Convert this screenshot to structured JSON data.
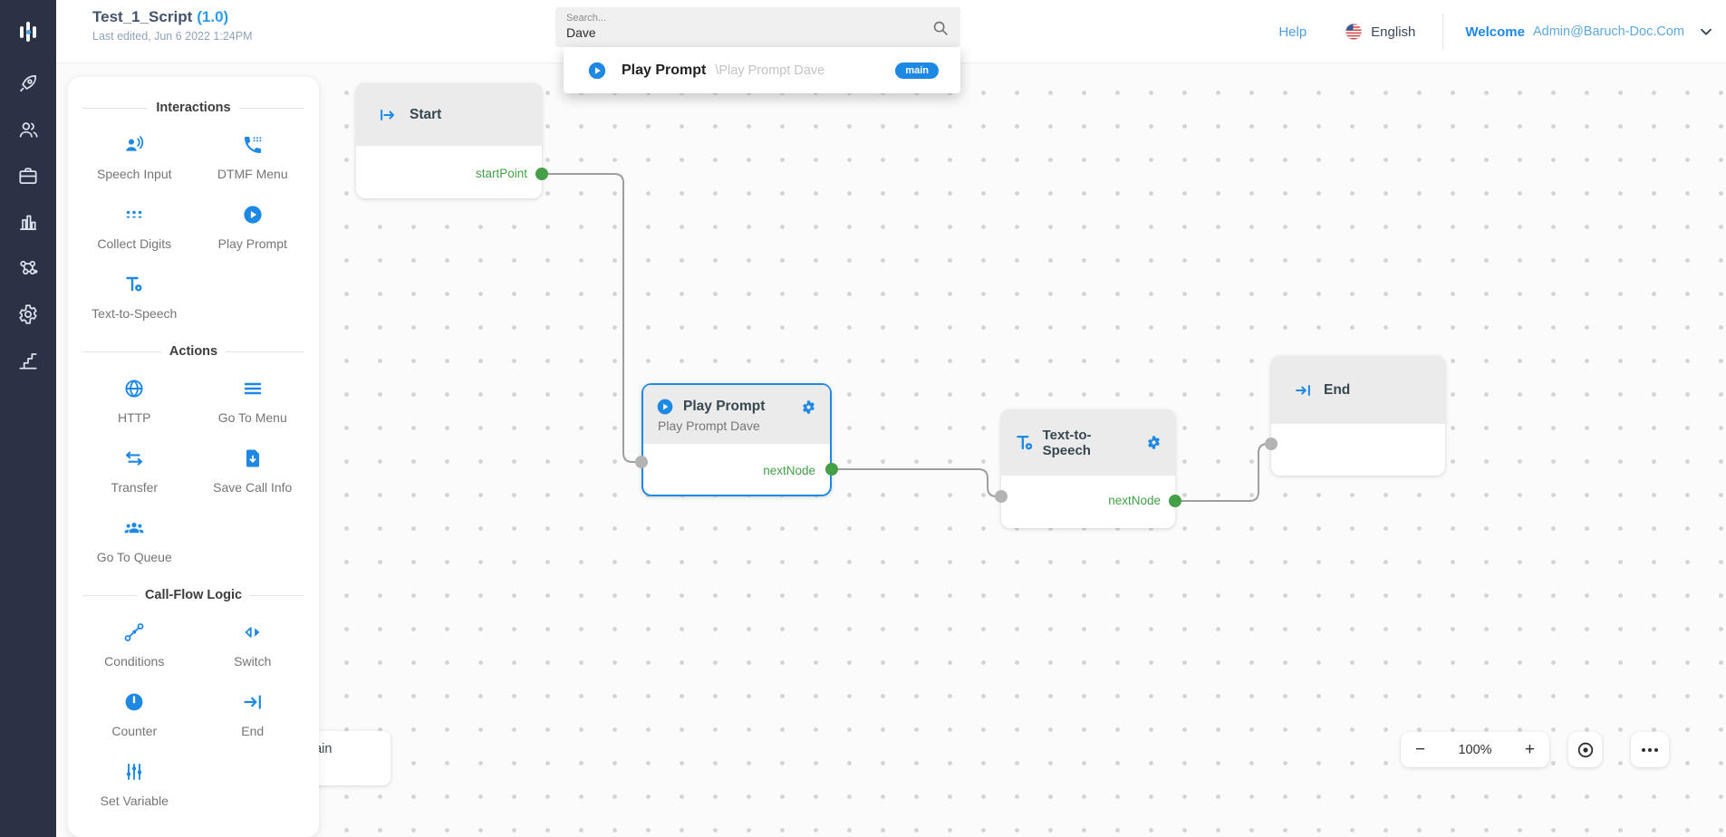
{
  "header": {
    "title": "Test_1_Script",
    "version": "(1.0)",
    "last_edited": "Last edited, Jun 6 2022 1:24PM",
    "search_label": "Search...",
    "search_value": "Dave",
    "help": "Help",
    "language": "English",
    "welcome": "Welcome",
    "user_email": "Admin@Baruch-Doc.Com"
  },
  "search_dropdown": {
    "result_title": "Play Prompt",
    "result_path": "\\Play Prompt Dave",
    "result_badge": "main"
  },
  "palette": {
    "sections": [
      {
        "title": "Interactions",
        "items": [
          {
            "label": "Speech Input",
            "icon": "speech-input-icon"
          },
          {
            "label": "DTMF Menu",
            "icon": "dtmf-menu-icon"
          },
          {
            "label": "Collect Digits",
            "icon": "collect-digits-icon"
          },
          {
            "label": "Play Prompt",
            "icon": "play-prompt-icon"
          },
          {
            "label": "Text-to-Speech",
            "icon": "text-to-speech-icon"
          }
        ]
      },
      {
        "title": "Actions",
        "items": [
          {
            "label": "HTTP",
            "icon": "http-globe-icon"
          },
          {
            "label": "Go To Menu",
            "icon": "go-to-menu-icon"
          },
          {
            "label": "Transfer",
            "icon": "transfer-icon"
          },
          {
            "label": "Save Call Info",
            "icon": "save-call-info-icon"
          },
          {
            "label": "Go To Queue",
            "icon": "go-to-queue-icon"
          }
        ]
      },
      {
        "title": "Call-Flow Logic",
        "items": [
          {
            "label": "Conditions",
            "icon": "conditions-icon"
          },
          {
            "label": "Switch",
            "icon": "switch-icon"
          },
          {
            "label": "Counter",
            "icon": "counter-icon"
          },
          {
            "label": "End",
            "icon": "end-icon"
          },
          {
            "label": "Set Variable",
            "icon": "set-variable-icon"
          }
        ]
      }
    ]
  },
  "canvas": {
    "nodes": [
      {
        "title": "Start",
        "output_label": "startPoint"
      },
      {
        "title": "Play Prompt",
        "subtitle": "Play Prompt Dave",
        "output_label": "nextNode",
        "selected": true
      },
      {
        "title": "Text-to-Speech",
        "output_label": "nextNode"
      },
      {
        "title": "End"
      }
    ],
    "flow_tab": "main"
  },
  "footer": {
    "zoom_out": "−",
    "zoom_level": "100%",
    "zoom_in": "+"
  },
  "colors": {
    "accent": "#1e88e5",
    "green": "#43a047",
    "sidebar_bg": "#2b3245",
    "node_header": "#ebebeb"
  }
}
